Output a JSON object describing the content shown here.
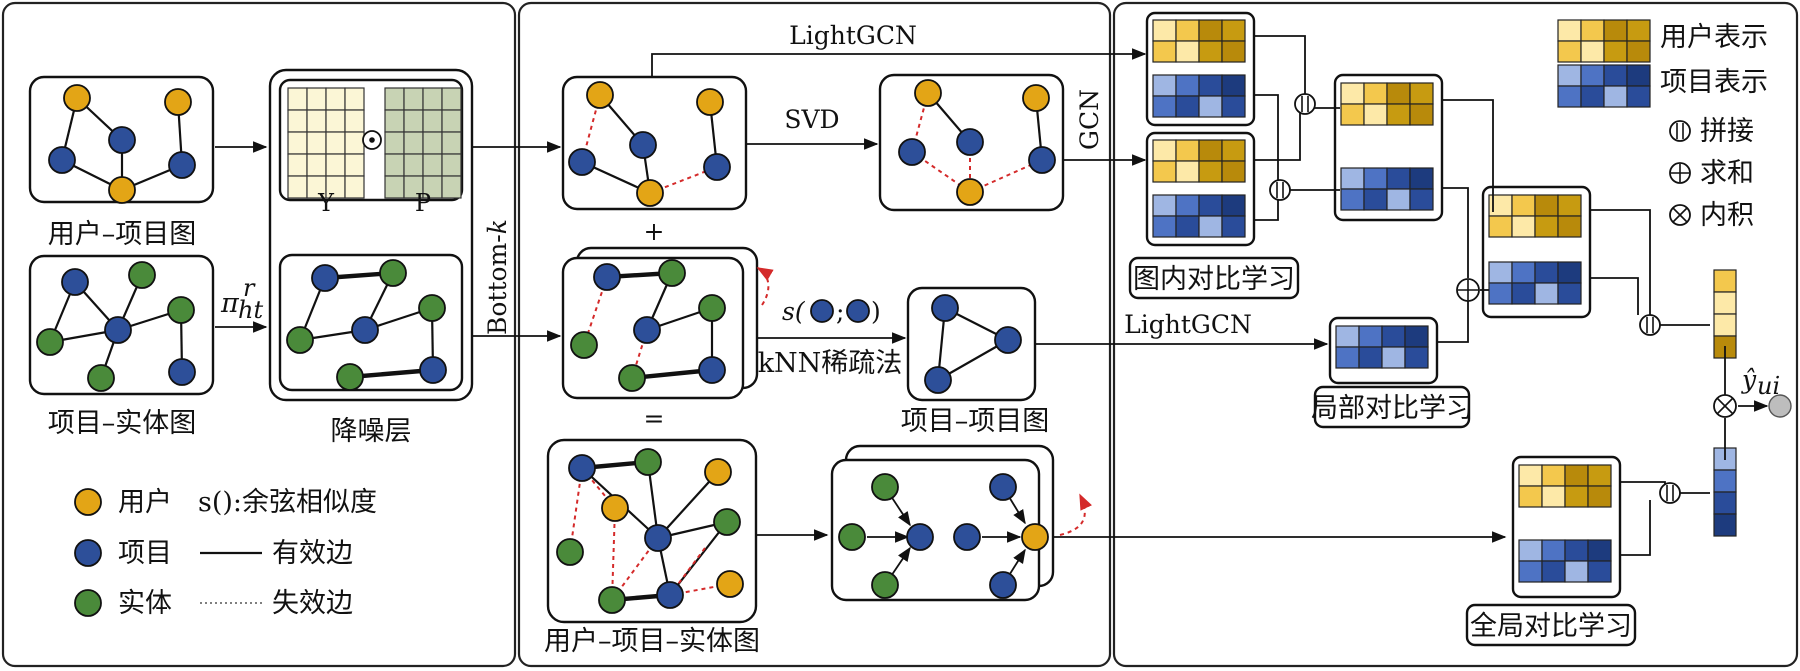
{
  "labels": {
    "user_item_graph": "用户–项目图",
    "item_entity_graph": "项目–实体图",
    "denoise_layer": "降噪层",
    "user_item_entity_graph": "用户–项目–实体图",
    "item_item_graph": "项目–项目图",
    "pi": "π",
    "pi_sub": "ht",
    "pi_sup": "r",
    "matrix_y": "Y",
    "matrix_p": "P",
    "bottom_k": "Bottom-k",
    "lightgcn_top": "LightGCN",
    "lightgcn_mid": "LightGCN",
    "svd": "SVD",
    "gcn": "GCN",
    "plus": "+",
    "equals": "=",
    "similarity": "s(",
    "similarity_sep": ";",
    "similarity_close": ")",
    "knn": "kNN稀疏法",
    "intra_graph_cl": "图内对比学习",
    "local_cl": "局部对比学习",
    "global_cl": "全局对比学习",
    "y_hat": "ŷ",
    "y_hat_sub": "ui"
  },
  "legend_left": {
    "user": "用户",
    "item": "项目",
    "entity": "实体",
    "cosine": "s():余弦相似度",
    "valid_edge": "有效边",
    "invalid_edge": "失效边"
  },
  "legend_right": {
    "user_repr": "用户表示",
    "item_repr": "项目表示",
    "concat": "拼接",
    "sum": "求和",
    "inner_product": "内积"
  },
  "colors": {
    "user": "#e3a516",
    "item": "#2d4f99",
    "entity": "#4a8a3a",
    "invalid_edge": "#d42a2a",
    "user_repr": [
      "#fde9a8",
      "#f3c84d",
      "#c79b11",
      "#b88a0b"
    ],
    "item_repr": [
      "#9fb6e3",
      "#4e73c4",
      "#2a4c9a",
      "#1d3b7e"
    ]
  }
}
